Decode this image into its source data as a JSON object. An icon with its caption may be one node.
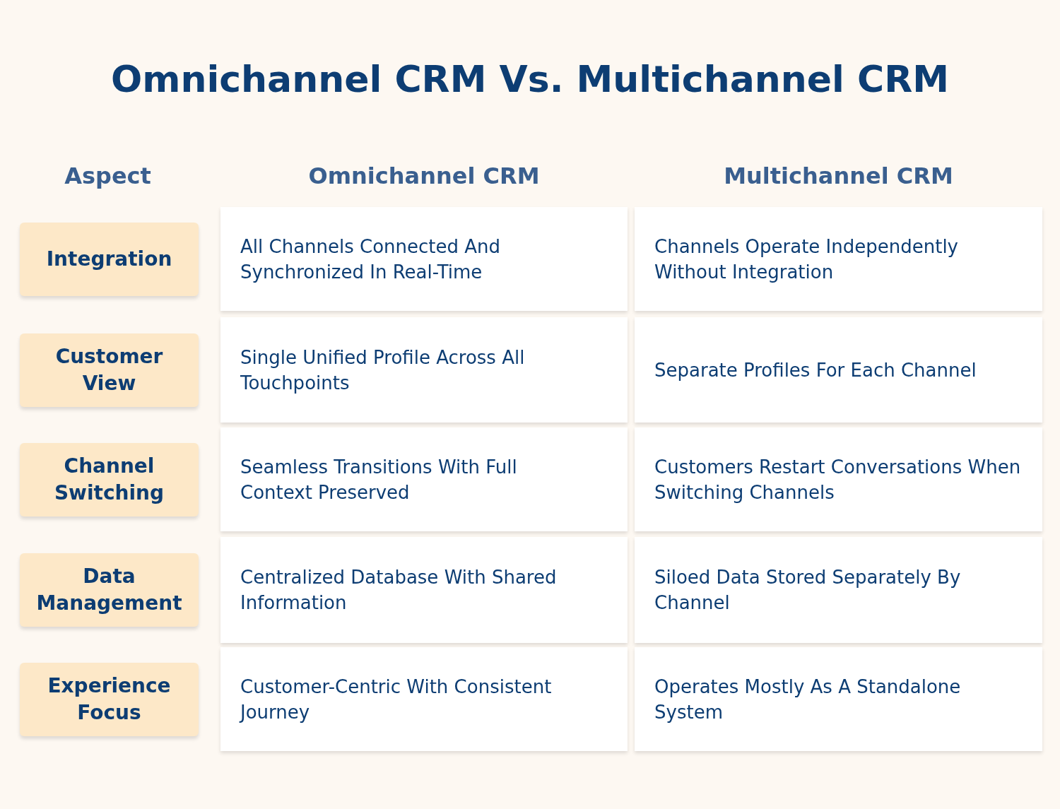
{
  "diagram": {
    "title": "Omnichannel CRM Vs. Multichannel CRM",
    "nodes": [
      {
        "text": [
          "Integration"
        ]
      },
      {
        "text": [
          "All Channels Connected And Synchronized In Real-Time"
        ]
      },
      {
        "text": [
          "Channels Operate Independently Without Integration"
        ]
      },
      {
        "text": [
          "Customer View"
        ]
      },
      {
        "text": [
          "Single Unified Profile Across All Touchpoints"
        ]
      },
      {
        "text": [
          "Separate Profiles For Each Channel"
        ]
      },
      {
        "text": [
          "Channel Switching"
        ]
      },
      {
        "text": [
          "Seamless Transitions With Full Context Preserved"
        ]
      },
      {
        "text": [
          "Customers Restart Conversations When Switching Channels"
        ]
      },
      {
        "text": [
          "Data Management"
        ]
      },
      {
        "text": [
          "Centralized Database With Shared Information"
        ]
      },
      {
        "text": [
          "Siloed Data Stored Separately By Channel"
        ]
      },
      {
        "text": [
          "Experience Focus"
        ]
      },
      {
        "text": [
          "Customer-Centric With Consistent Journey"
        ]
      },
      {
        "text": [
          "Operates Mostly As A Standalone System"
        ]
      }
    ],
    "labels": [
      "Aspect",
      "Omnichannel CRM",
      "Multichannel CRM"
    ]
  }
}
